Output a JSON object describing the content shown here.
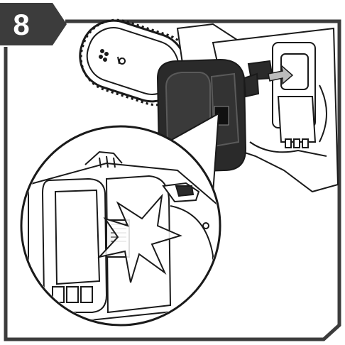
{
  "step": {
    "number": "8"
  },
  "colors": {
    "badge": "#3c3c3c",
    "frame": "#3c3c3c",
    "battery": "#2a2a2a",
    "line": "#1a1a1a",
    "arrow": "#bcbcbc",
    "background": "#ffffff"
  },
  "icons": {
    "badge": "step-number-badge",
    "arrow": "insert-direction-arrow",
    "click": "click-burst-icon"
  }
}
